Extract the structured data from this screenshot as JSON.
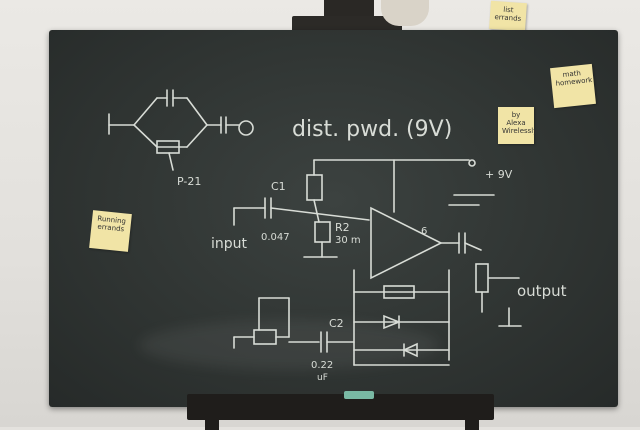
{
  "board": {
    "title": "dist. pwd. (9V)",
    "voltage": "+ 9V",
    "labels": {
      "p21": "P-21",
      "c1": "C1",
      "c1_value": "0.047",
      "input": "input",
      "r2": "R2",
      "r2_value": "30 m",
      "six": "6",
      "output": "output",
      "c2": "C2",
      "c2_value": "0.22",
      "uf": "uF"
    }
  },
  "notes": {
    "note1": "math homework",
    "note2": "by Alexa Wirelessly",
    "note3": "Running errands",
    "note4": "list errands"
  },
  "colors": {
    "chalkboard": "#303533",
    "chalk": "#d8dcd6",
    "sticky_note": "#f1e4a6",
    "eraser": "#79b9a4"
  }
}
